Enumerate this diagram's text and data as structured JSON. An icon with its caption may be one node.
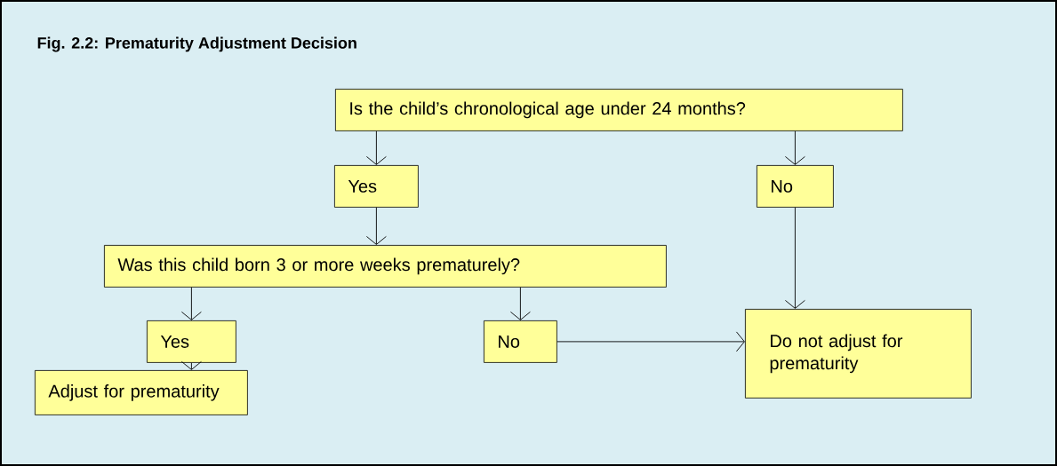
{
  "diagram": {
    "title": "Fig. 2.2: Prematurity Adjustment Decision",
    "nodes": [
      {
        "text": [
          "Is the child’s chronological age under 24 months?"
        ]
      },
      {
        "text": [
          "Yes"
        ]
      },
      {
        "text": [
          "No"
        ]
      },
      {
        "text": [
          "Was this child born 3 or more weeks prematurely?"
        ]
      },
      {
        "text": [
          "Yes"
        ]
      },
      {
        "text": [
          "No"
        ]
      },
      {
        "text": [
          "Do not adjust for prematurity"
        ]
      },
      {
        "text": [
          "Adjust for prematurity"
        ]
      }
    ],
    "edges": [
      {
        "from": 0,
        "to": 1,
        "arrow": "to"
      },
      {
        "from": 0,
        "to": 2,
        "arrow": "to"
      },
      {
        "from": 1,
        "to": 3,
        "arrow": "to"
      },
      {
        "from": 2,
        "to": 6,
        "arrow": "to"
      },
      {
        "from": 3,
        "to": 4,
        "arrow": "to"
      },
      {
        "from": 3,
        "to": 5,
        "arrow": "to"
      },
      {
        "from": 4,
        "to": 7,
        "arrow": "to"
      },
      {
        "from": 5,
        "to": 6,
        "arrow": "to"
      }
    ]
  }
}
